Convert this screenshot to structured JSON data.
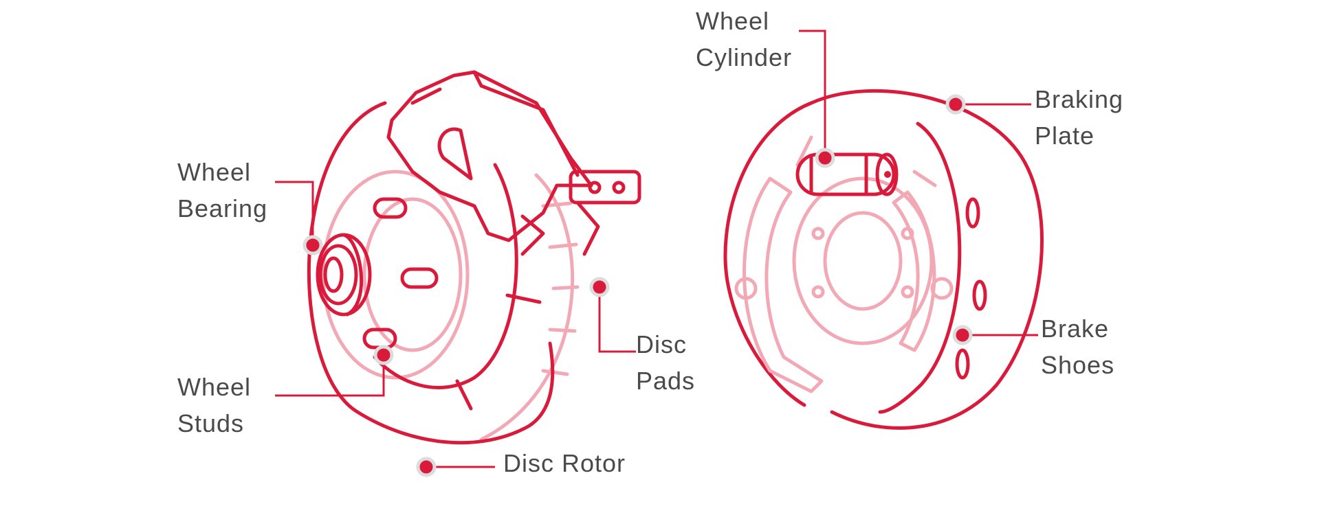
{
  "colors": {
    "accent": "#d91a3b",
    "accent_light": "#f2a9b5",
    "text": "#4a4a4a",
    "background": "#ffffff"
  },
  "labels": {
    "wheel_bearing": [
      "Wheel",
      "Bearing"
    ],
    "wheel_studs": [
      "Wheel",
      "Studs"
    ],
    "disc_pads": [
      "Disc",
      "Pads"
    ],
    "disc_rotor": "Disc Rotor",
    "wheel_cylinder": [
      "Wheel",
      "Cylinder"
    ],
    "braking_plate": [
      "Braking",
      "Plate"
    ],
    "brake_shoes": [
      "Brake",
      "Shoes"
    ]
  }
}
